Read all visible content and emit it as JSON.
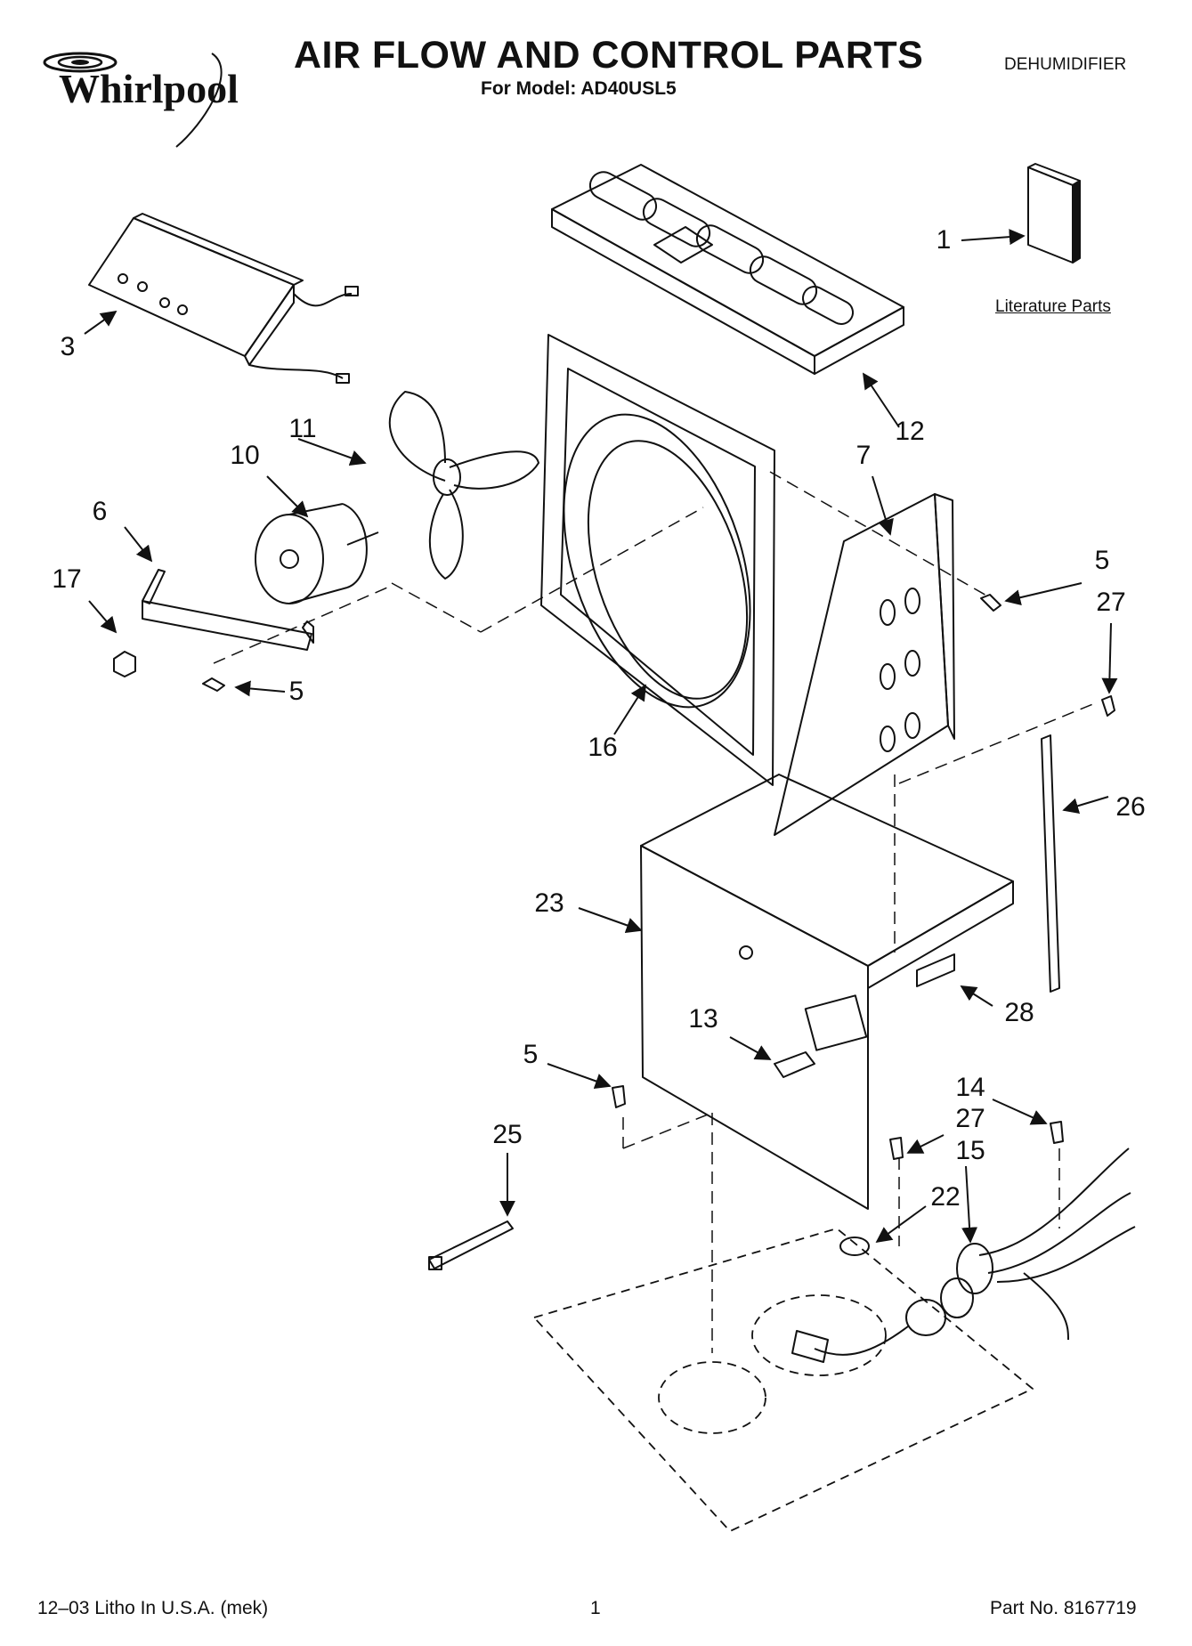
{
  "header": {
    "brand": "Whirlpool",
    "title": "AIR FLOW AND CONTROL PARTS",
    "subtitle": "For Model: AD40USL5",
    "category": "DEHUMIDIFIER"
  },
  "literature_label": "Literature Parts",
  "callouts": {
    "c1": "1",
    "c3": "3",
    "c5a": "5",
    "c5b": "5",
    "c5c": "5",
    "c6": "6",
    "c7": "7",
    "c10": "10",
    "c11": "11",
    "c12": "12",
    "c13": "13",
    "c14": "14",
    "c15": "15",
    "c16": "16",
    "c17": "17",
    "c22": "22",
    "c23": "23",
    "c25": "25",
    "c26": "26",
    "c27a": "27",
    "c27b": "27",
    "c28": "28"
  },
  "footer": {
    "left": "12–03 Litho In U.S.A. (mek)",
    "page": "1",
    "part_no": "Part No. 8167719"
  }
}
